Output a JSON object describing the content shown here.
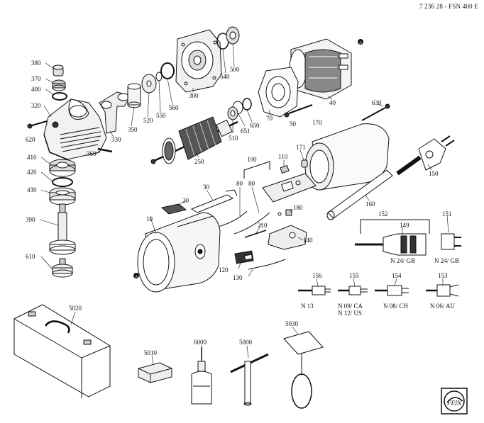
{
  "document_id": "7 236 28 - FSN 400 E",
  "part_labels": [
    "380",
    "370",
    "400",
    "320",
    "620",
    "410",
    "420",
    "430",
    "390",
    "610",
    "360",
    "330",
    "350",
    "520",
    "550",
    "560",
    "300",
    "540",
    "500",
    "40",
    "70",
    "50",
    "651",
    "650",
    "510",
    "250",
    "630",
    "170",
    "171",
    "110",
    "100",
    "80",
    "80",
    "20",
    "30",
    "10",
    "180",
    "210",
    "140",
    "120",
    "130",
    "150",
    "160",
    "152",
    "151",
    "149",
    "156",
    "155",
    "154",
    "153",
    "5020",
    "5010",
    "6000",
    "5000",
    "5030"
  ],
  "variant_labels": [
    "N 24/ GB",
    "N 24/ GB",
    "N 13",
    "N 09/ CA",
    "N 12/ US",
    "N 08/ CH",
    "N 06/ AU"
  ],
  "reference_marks": [
    "A",
    "A"
  ],
  "logo": {
    "text": "FEIN"
  }
}
